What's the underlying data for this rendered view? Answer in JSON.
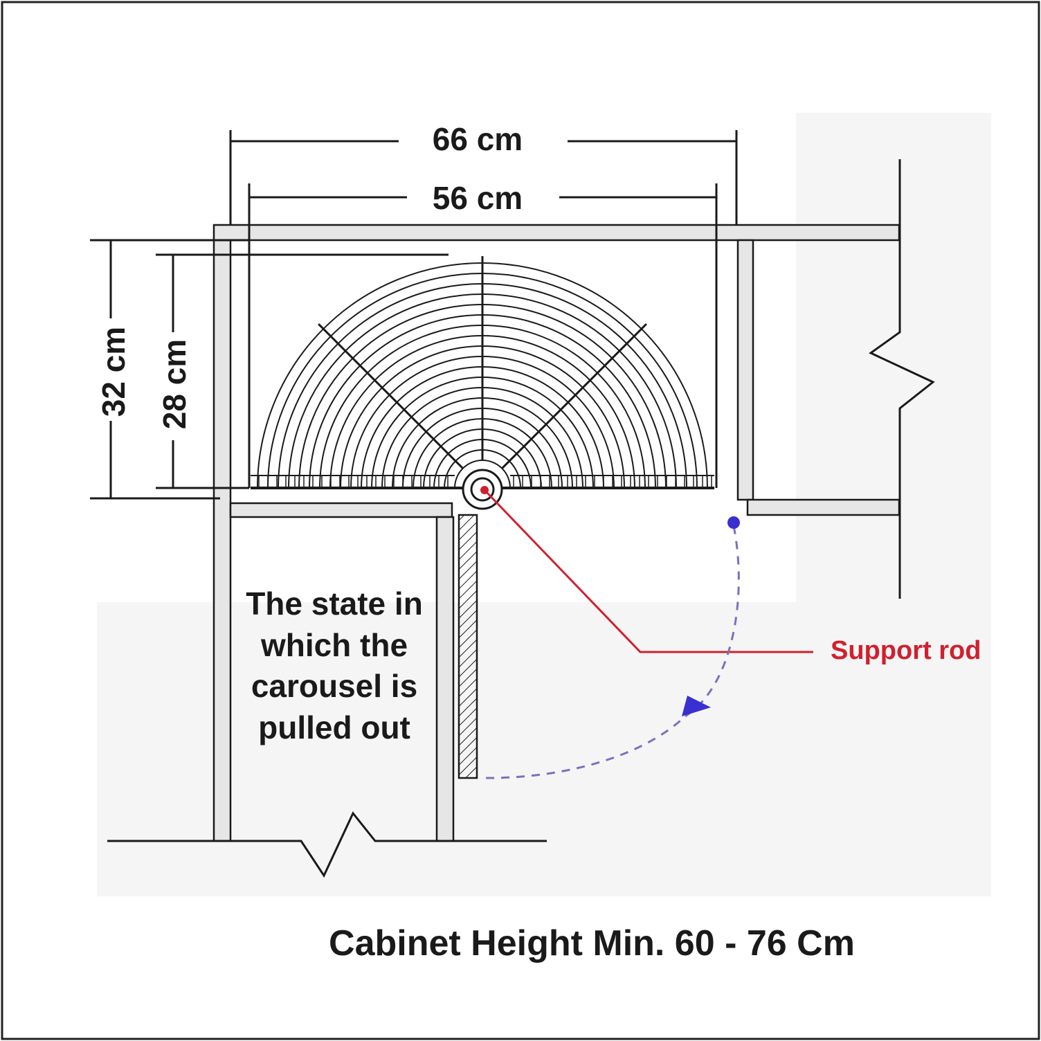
{
  "dimensions": {
    "outer_width": "66 cm",
    "inner_width": "56 cm",
    "outer_depth": "32 cm",
    "inner_depth": "28 cm"
  },
  "state_label": {
    "lines": [
      "The state in",
      "which the",
      "carousel is",
      "pulled out"
    ]
  },
  "callout": {
    "label": "Support rod",
    "color": "#d0202e"
  },
  "caption": "Cabinet Height Min. 60 - 76 Cm",
  "colors": {
    "line": "#1a1a1a",
    "wall_fill": "#e6e6e6",
    "rotation_arrow": "#3a2fd0",
    "rotation_dash": "#7a70c0"
  }
}
